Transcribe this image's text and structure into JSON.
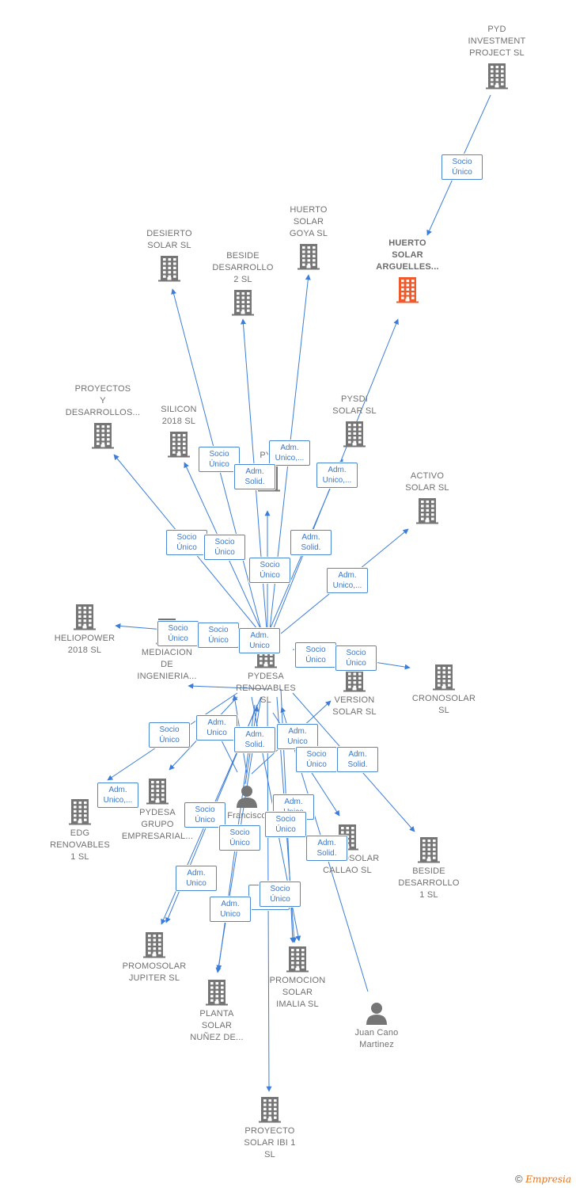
{
  "companies": [
    {
      "id": "pyd_investment",
      "label": "PYD\nINVESTMENT\nPROJECT  SL"
    },
    {
      "id": "desierto",
      "label": "DESIERTO\nSOLAR  SL"
    },
    {
      "id": "huerto_goya",
      "label": "HUERTO\nSOLAR\nGOYA  SL"
    },
    {
      "id": "huerto_arguelles",
      "label": "HUERTO\nSOLAR\nARGUELLES...",
      "focus": true
    },
    {
      "id": "beside2",
      "label": "BESIDE\nDESARROLLO\n2  SL"
    },
    {
      "id": "proyectos",
      "label": "PROYECTOS\nY\nDESARROLLOS..."
    },
    {
      "id": "silicon",
      "label": "SILICON\n2018  SL"
    },
    {
      "id": "pysdi",
      "label": "PYSDI\nSOLAR  SL"
    },
    {
      "id": "pyd",
      "label": "PYD"
    },
    {
      "id": "activo",
      "label": "ACTIVO\nSOLAR  SL"
    },
    {
      "id": "heliopower",
      "label": "HELIOPOWER\n2018  SL"
    },
    {
      "id": "mediacion",
      "label": "MEDIACION\nDE\nINGENIERIA..."
    },
    {
      "id": "pydesa",
      "label": "PYDESA\nRENOVABLES\nSL"
    },
    {
      "id": "version",
      "label": "VERSION\nSOLAR  SL"
    },
    {
      "id": "cronosolar",
      "label": "CRONOSOLAR\nSL"
    },
    {
      "id": "edg",
      "label": "EDG\nRENOVABLES\n1  SL"
    },
    {
      "id": "pydesa_grupo",
      "label": "PYDESA\nGRUPO\nEMPRESARIAL..."
    },
    {
      "id": "promosolar_callao",
      "label": "PROMOSOLAR\nCALLAO  SL"
    },
    {
      "id": "beside1",
      "label": "BESIDE\nDESARROLLO\n1  SL"
    },
    {
      "id": "jupiter",
      "label": "PROMOSOLAR\nJUPITER  SL"
    },
    {
      "id": "imalia",
      "label": "PROMOCION\nSOLAR\nIMALIA  SL"
    },
    {
      "id": "nunez",
      "label": "PLANTA\nSOLAR\nNUÑEZ DE..."
    },
    {
      "id": "ibi",
      "label": "PROYECTO\nSOLAR IBI 1\nSL"
    }
  ],
  "persons": [
    {
      "id": "francisco",
      "label": "Francisco\nr\n..."
    },
    {
      "id": "juan",
      "label": "Juan Cano\nMartinez"
    }
  ],
  "badges": [
    "Socio\nÚnico",
    "Socio\nÚnico",
    "Adm.\nUnico,...",
    "Adm.\nSolid.",
    "Adm.\nUnico,...",
    "Socio\nÚnico",
    "Socio\nÚnico",
    "Adm.\nSolid.",
    "Socio\nÚnico",
    "Adm.\nUnico,...",
    "Socio\nÚnico",
    "Socio\nÚnico",
    "Adm.\nUnico",
    "Socio\nÚnico",
    "Socio\nÚnico",
    "Socio\nÚnico",
    "Adm.\nUnico",
    "Adm.\nSolid.",
    "Adm.\nUnico",
    "Socio\nÚnico",
    "Adm.\nSolid.",
    "Adm.\nUnico,...",
    "Socio\nÚnico",
    "Adm.\nUnico",
    "Socio\nÚnico",
    "Socio\nÚnico",
    "Adm.\nSolid.",
    "Adm.\nUnico",
    "Adm.\nSolid.",
    "Adm.\nUnico",
    "Socio\nÚnico"
  ],
  "colors": {
    "edge": "#3b7dd8",
    "icon": "#757575",
    "focus": "#ef5a2c"
  },
  "footer": {
    "copyright": "©",
    "brand": "Empresia"
  }
}
